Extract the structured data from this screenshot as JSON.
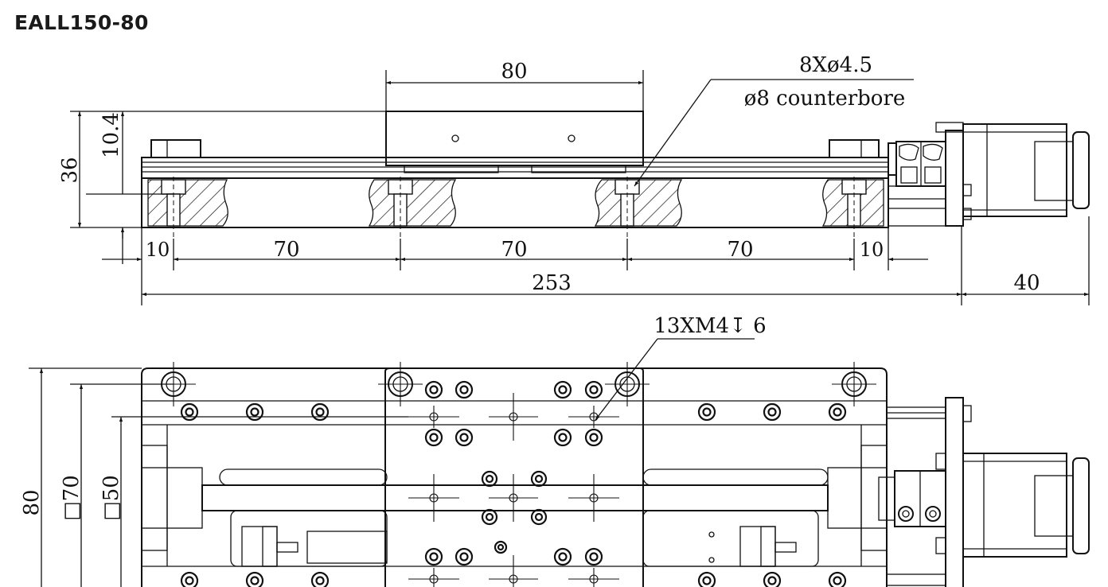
{
  "drawing": {
    "title": "EALL150-80",
    "side_view": {
      "carriage_width": "80",
      "hole_callout_line1": "8Xø4.5",
      "hole_callout_line2": "ø8 counterbore",
      "height_total": "36",
      "height_carriage": "10.4",
      "pitch_end_left": "10",
      "pitch_1": "70",
      "pitch_2": "70",
      "pitch_3": "70",
      "pitch_end_right": "10",
      "overall_length": "253",
      "motor_length": "40"
    },
    "top_view": {
      "tapped_callout": "13XM4↧ 6",
      "width_total": "80",
      "square_70": "□70",
      "square_50": "□50"
    }
  }
}
